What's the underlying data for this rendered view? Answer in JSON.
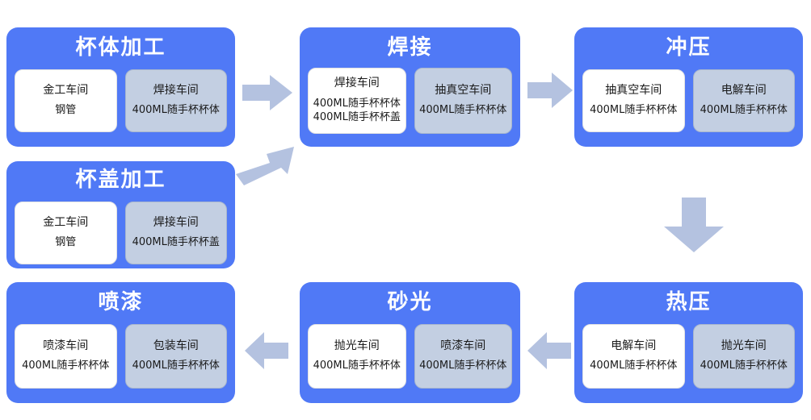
{
  "diagram": {
    "title_text": "",
    "colors": {
      "stage_blue": "#5079f6",
      "sub_card_white": "#ffffff",
      "sub_card_gray": "#c3cfe2",
      "arrow_fill": "#b4c2e0",
      "text_dark": "#1a1a1a",
      "title_white": "#ffffff"
    },
    "stages": [
      {
        "id": "cup-body",
        "title": "杯体加工",
        "sub_cards": [
          {
            "style": "white",
            "head": "金工车间",
            "lines": [
              "钢管"
            ]
          },
          {
            "style": "gray",
            "head": "焊接车间",
            "lines": [
              "400ML随手杯杯体"
            ]
          }
        ]
      },
      {
        "id": "cup-lid",
        "title": "杯盖加工",
        "sub_cards": [
          {
            "style": "white",
            "head": "金工车间",
            "lines": [
              "钢管"
            ]
          },
          {
            "style": "gray",
            "head": "焊接车间",
            "lines": [
              "400ML随手杯杯盖"
            ]
          }
        ]
      },
      {
        "id": "weld",
        "title": "焊接",
        "sub_cards": [
          {
            "style": "white",
            "head": "焊接车间",
            "lines": [
              "400ML随手杯杯体",
              "400ML随手杯杯盖"
            ]
          },
          {
            "style": "gray",
            "head": "抽真空车间",
            "lines": [
              "400ML随手杯杯体"
            ]
          }
        ]
      },
      {
        "id": "stamping",
        "title": "冲压",
        "sub_cards": [
          {
            "style": "white",
            "head": "抽真空车间",
            "lines": [
              "400ML随手杯杯体"
            ]
          },
          {
            "style": "gray",
            "head": "电解车间",
            "lines": [
              "400ML随手杯杯体"
            ]
          }
        ]
      },
      {
        "id": "hot-press",
        "title": "热压",
        "sub_cards": [
          {
            "style": "white",
            "head": "电解车间",
            "lines": [
              "400ML随手杯杯体"
            ]
          },
          {
            "style": "gray",
            "head": "抛光车间",
            "lines": [
              "400ML随手杯杯体"
            ]
          }
        ]
      },
      {
        "id": "sanding",
        "title": "砂光",
        "sub_cards": [
          {
            "style": "white",
            "head": "抛光车间",
            "lines": [
              "400ML随手杯杯体"
            ]
          },
          {
            "style": "gray",
            "head": "喷漆车间",
            "lines": [
              "400ML随手杯杯体"
            ]
          }
        ]
      },
      {
        "id": "painting",
        "title": "喷漆",
        "sub_cards": [
          {
            "style": "white",
            "head": "喷漆车间",
            "lines": [
              "400ML随手杯杯体"
            ]
          },
          {
            "style": "gray",
            "head": "包装车间",
            "lines": [
              "400ML随手杯杯体"
            ]
          }
        ]
      }
    ],
    "arrows": [
      {
        "id": "body-to-weld",
        "direction": "right"
      },
      {
        "id": "weld-to-stamp",
        "direction": "right"
      },
      {
        "id": "lid-to-weld",
        "direction": "up-right"
      },
      {
        "id": "stamp-down",
        "direction": "down"
      },
      {
        "id": "hot-to-sand",
        "direction": "left"
      },
      {
        "id": "sand-to-paint",
        "direction": "left"
      }
    ]
  }
}
